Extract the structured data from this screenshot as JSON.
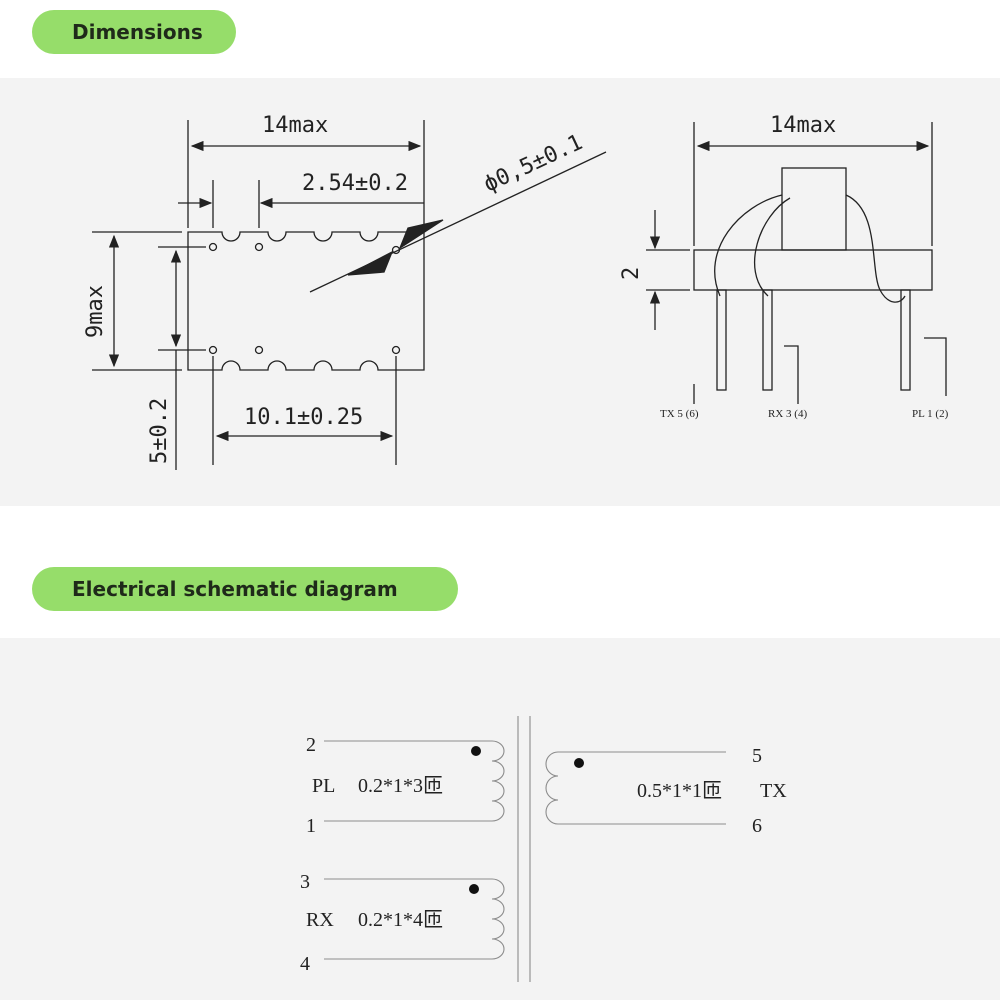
{
  "sections": {
    "dimensions_title": "Dimensions",
    "schematic_title": "Electrical schematic diagram"
  },
  "dimensions": {
    "top_width": "14max",
    "pitch": "2.54±0.2",
    "pin_diameter": "ϕ0,5±0.1",
    "height_left": "9max",
    "pin_length": "5±0.2",
    "pin_span": "10.1±0.25",
    "side_width": "14max",
    "side_height": "2",
    "pin_label_tx": "TX  5 (6)",
    "pin_label_rx": "RX 3 (4)",
    "pin_label_pl": "PL 1 (2)"
  },
  "schematic": {
    "pin2": "2",
    "pin1": "1",
    "pin3": "3",
    "pin4": "4",
    "pin5": "5",
    "pin6": "6",
    "pl_label": "PL",
    "pl_spec": "0.2*1*3匝",
    "rx_label": "RX",
    "rx_spec": "0.2*1*4匝",
    "tx_spec": "0.5*1*1匝",
    "tx_label": "TX"
  }
}
